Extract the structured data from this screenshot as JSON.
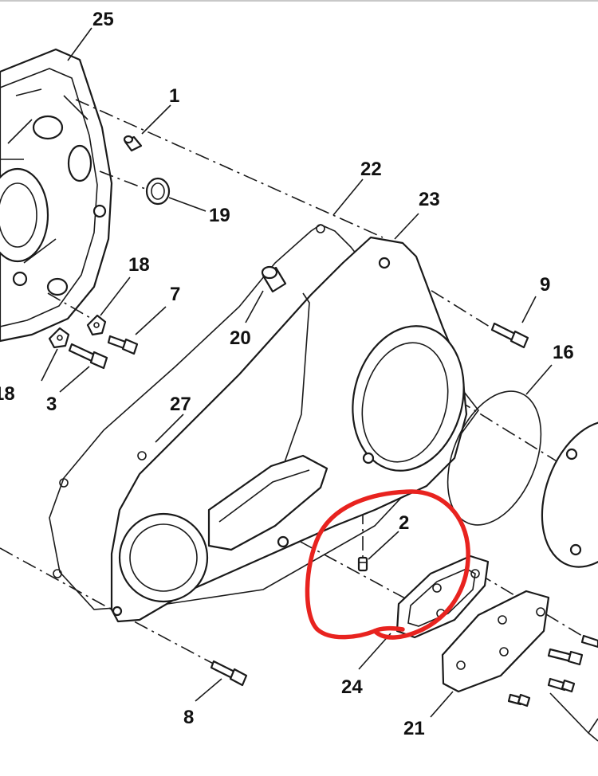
{
  "labels": {
    "p1": "1",
    "p2": "2",
    "p3": "3",
    "p7": "7",
    "p8": "8",
    "p9": "9",
    "p16": "16",
    "p18a": "18",
    "p18b": "18",
    "p19": "19",
    "p20": "20",
    "p21": "21",
    "p22": "22",
    "p23": "23",
    "p24": "24",
    "p25": "25",
    "p27": "27"
  },
  "colors": {
    "line": "#1a1a1a",
    "highlight": "#e8231f",
    "background": "#ffffff"
  }
}
